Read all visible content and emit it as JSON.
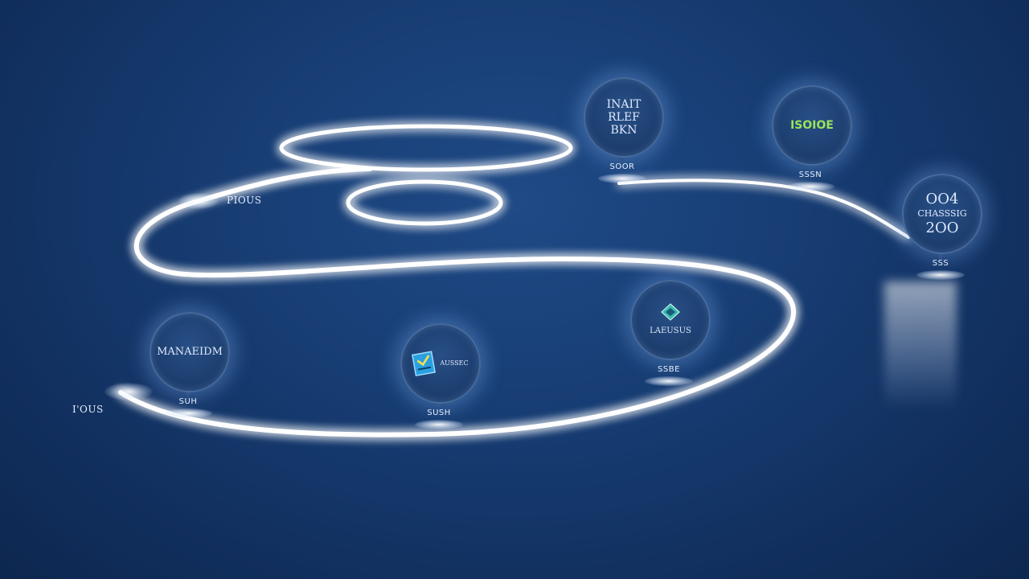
{
  "start_label": "I'OUS",
  "path_label": "PIOUS",
  "pins": [
    {
      "id": "management",
      "lines": [
        "MANAEIDM"
      ],
      "caption": "SUH",
      "style": "text"
    },
    {
      "id": "tablet",
      "lines": [
        "AUSSEC"
      ],
      "caption": "SUSH",
      "style": "tablet-icon"
    },
    {
      "id": "laurels",
      "lines": [
        "LAEUSUS"
      ],
      "caption": "SSBE",
      "style": "diamond-icon"
    },
    {
      "id": "nait",
      "lines": [
        "INAIT",
        "RLEF",
        "BKN"
      ],
      "caption": "SOOR",
      "style": "text"
    },
    {
      "id": "green",
      "lines": [
        "ISOIOE"
      ],
      "caption": "SSSN",
      "style": "green"
    },
    {
      "id": "year",
      "lines": [
        "OO4",
        "CHASSSIG",
        "2OO"
      ],
      "caption": "SSS",
      "style": "big"
    }
  ],
  "colors": {
    "background": "#173d73",
    "path": "#ffffff",
    "bubble": "#1d3f70",
    "accent_green": "#9be35a"
  }
}
